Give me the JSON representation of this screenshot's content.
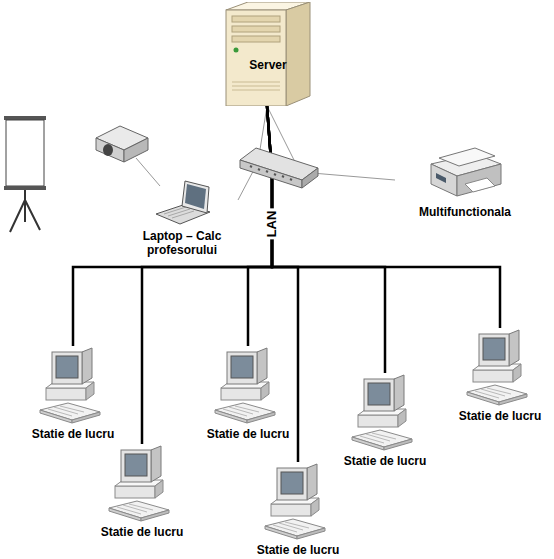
{
  "diagram": {
    "nodes": [
      {
        "text": [
          "Server"
        ]
      },
      {
        "text": [
          "Laptop – Calc profesorului"
        ]
      },
      {
        "text": [
          "Multifunctionala"
        ]
      },
      {
        "text": [
          "Statie de lucru"
        ]
      },
      {
        "text": [
          "Statie de lucru"
        ]
      },
      {
        "text": [
          "Statie de lucru"
        ]
      },
      {
        "text": [
          "Statie de lucru"
        ]
      },
      {
        "text": [
          "Statie de lucru"
        ]
      },
      {
        "text": [
          "Statie de lucru"
        ]
      }
    ],
    "edges": [
      {
        "from": 0,
        "to": 1,
        "arrow": "none"
      },
      {
        "from": 0,
        "to": 2,
        "arrow": "none"
      },
      {
        "from": 0,
        "to": 3,
        "arrow": "none"
      },
      {
        "from": 0,
        "to": 4,
        "arrow": "none"
      },
      {
        "from": 0,
        "to": 5,
        "arrow": "none"
      },
      {
        "from": 0,
        "to": 6,
        "arrow": "none"
      },
      {
        "from": 0,
        "to": 7,
        "arrow": "none"
      },
      {
        "from": 0,
        "to": 8,
        "arrow": "none"
      }
    ],
    "labels": [
      "LAN"
    ]
  }
}
